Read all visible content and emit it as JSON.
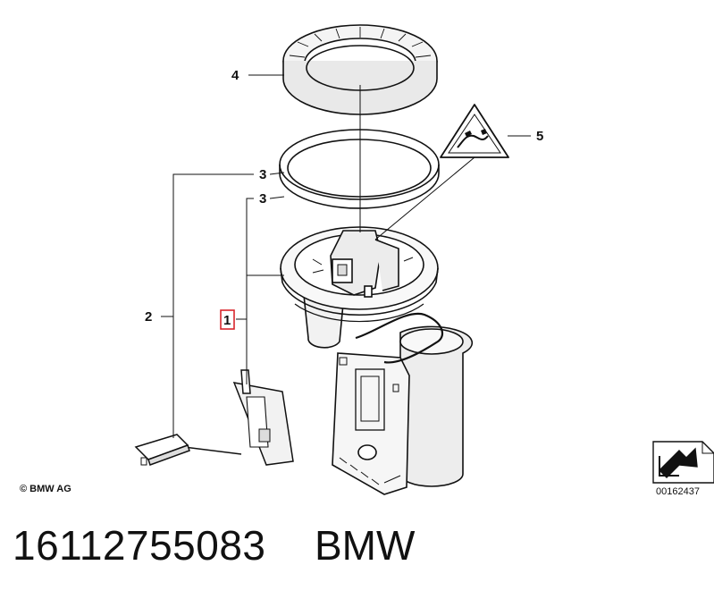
{
  "callouts": {
    "c4": "4",
    "c5": "5",
    "c3a": "3",
    "c3b": "3",
    "c2": "2",
    "c1": "1"
  },
  "footer": {
    "copyright": "© BMW AG",
    "diagram_id": "00162437",
    "part_number": "16112755083",
    "brand": "BMW"
  },
  "colors": {
    "highlight": "#d9262c",
    "line": "#111111"
  }
}
